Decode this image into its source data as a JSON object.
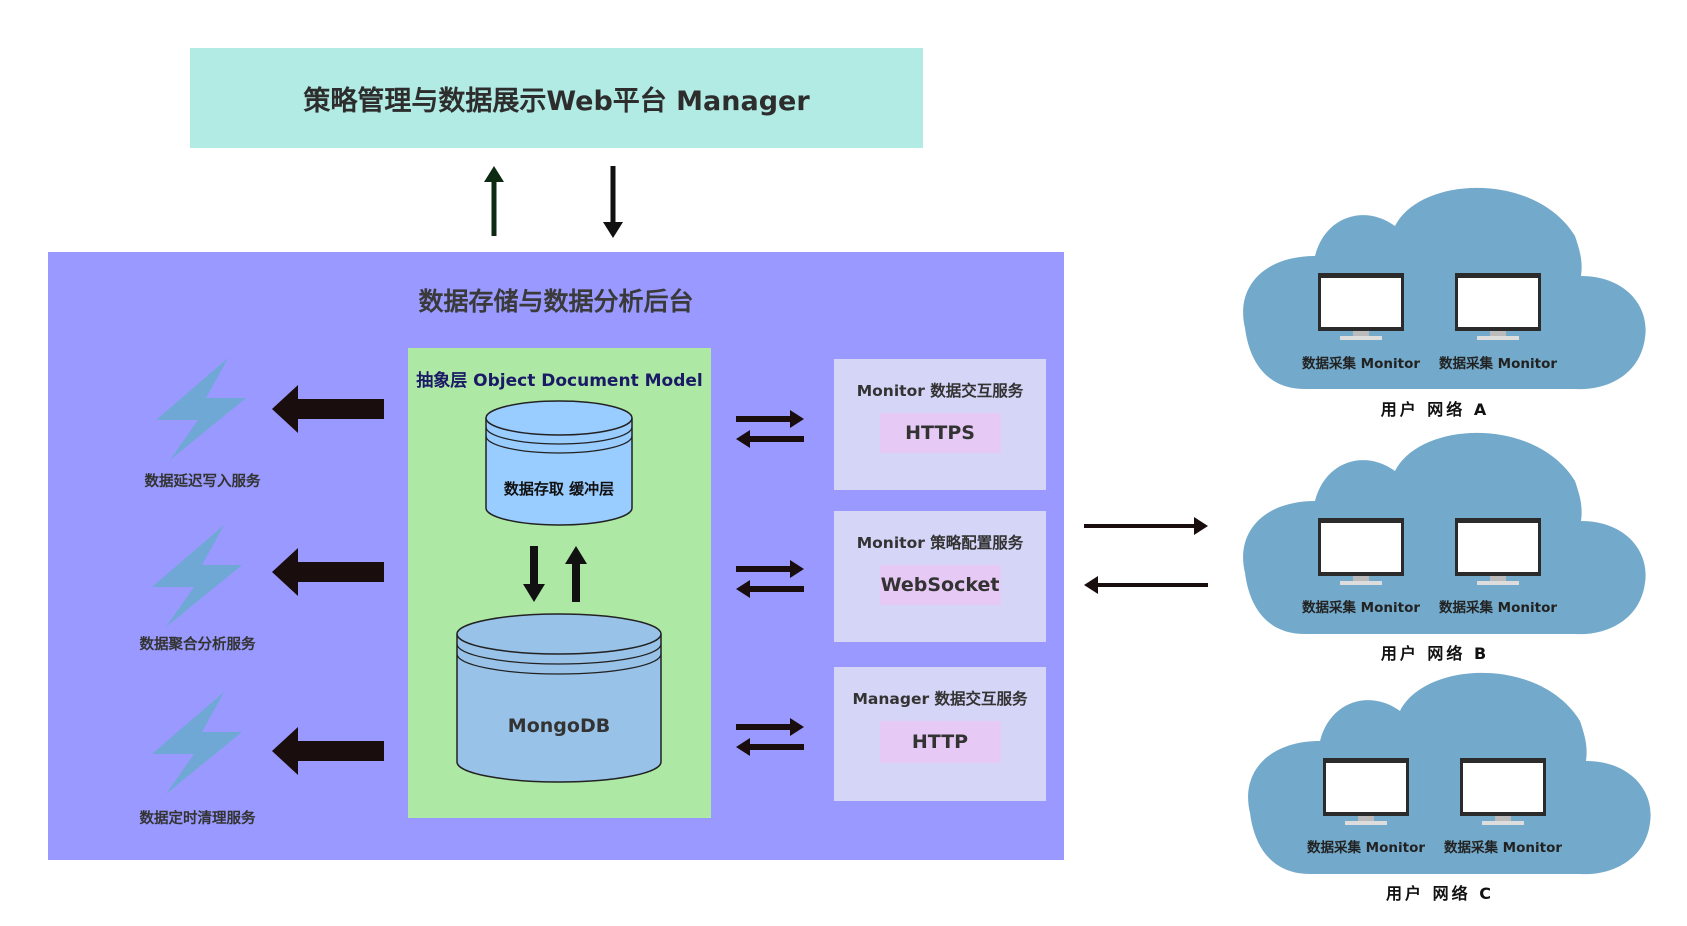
{
  "manager": {
    "title": "策略管理与数据展示Web平台 Manager"
  },
  "backend": {
    "title": "数据存储与数据分析后台",
    "odm": {
      "title": "抽象层 Object Document Model",
      "cache": "数据存取 缓冲层",
      "db": "MongoDB"
    },
    "left_services": [
      "数据延迟写入服务",
      "数据聚合分析服务",
      "数据定时清理服务"
    ],
    "services": [
      {
        "title": "Monitor 数据交互服务",
        "protocol": "HTTPS"
      },
      {
        "title": "Monitor 策略配置服务",
        "protocol": "WebSocket"
      },
      {
        "title": "Manager 数据交互服务",
        "protocol": "HTTP"
      }
    ]
  },
  "networks": [
    {
      "label": "用户 网络 A",
      "monitors": [
        "数据采集 Monitor",
        "数据采集 Monitor"
      ]
    },
    {
      "label": "用户 网络 B",
      "monitors": [
        "数据采集 Monitor",
        "数据采集 Monitor"
      ]
    },
    {
      "label": "用户 网络 C",
      "monitors": [
        "数据采集 Monitor",
        "数据采集 Monitor"
      ]
    }
  ],
  "colors": {
    "manager_fill": "#b2ebe4",
    "backend_fill": "#9999ff",
    "odm_fill": "#ade8a5",
    "cylinder_cache": "#99ccff",
    "cylinder_db": "#99c2e8",
    "cloud": "#73aacb",
    "bolt": "#6fa8d4",
    "arrow": "#1a0d0d"
  },
  "icons": {
    "bolt": "lightning-bolt-icon",
    "monitor": "monitor-icon",
    "cloud": "cloud-shape"
  }
}
